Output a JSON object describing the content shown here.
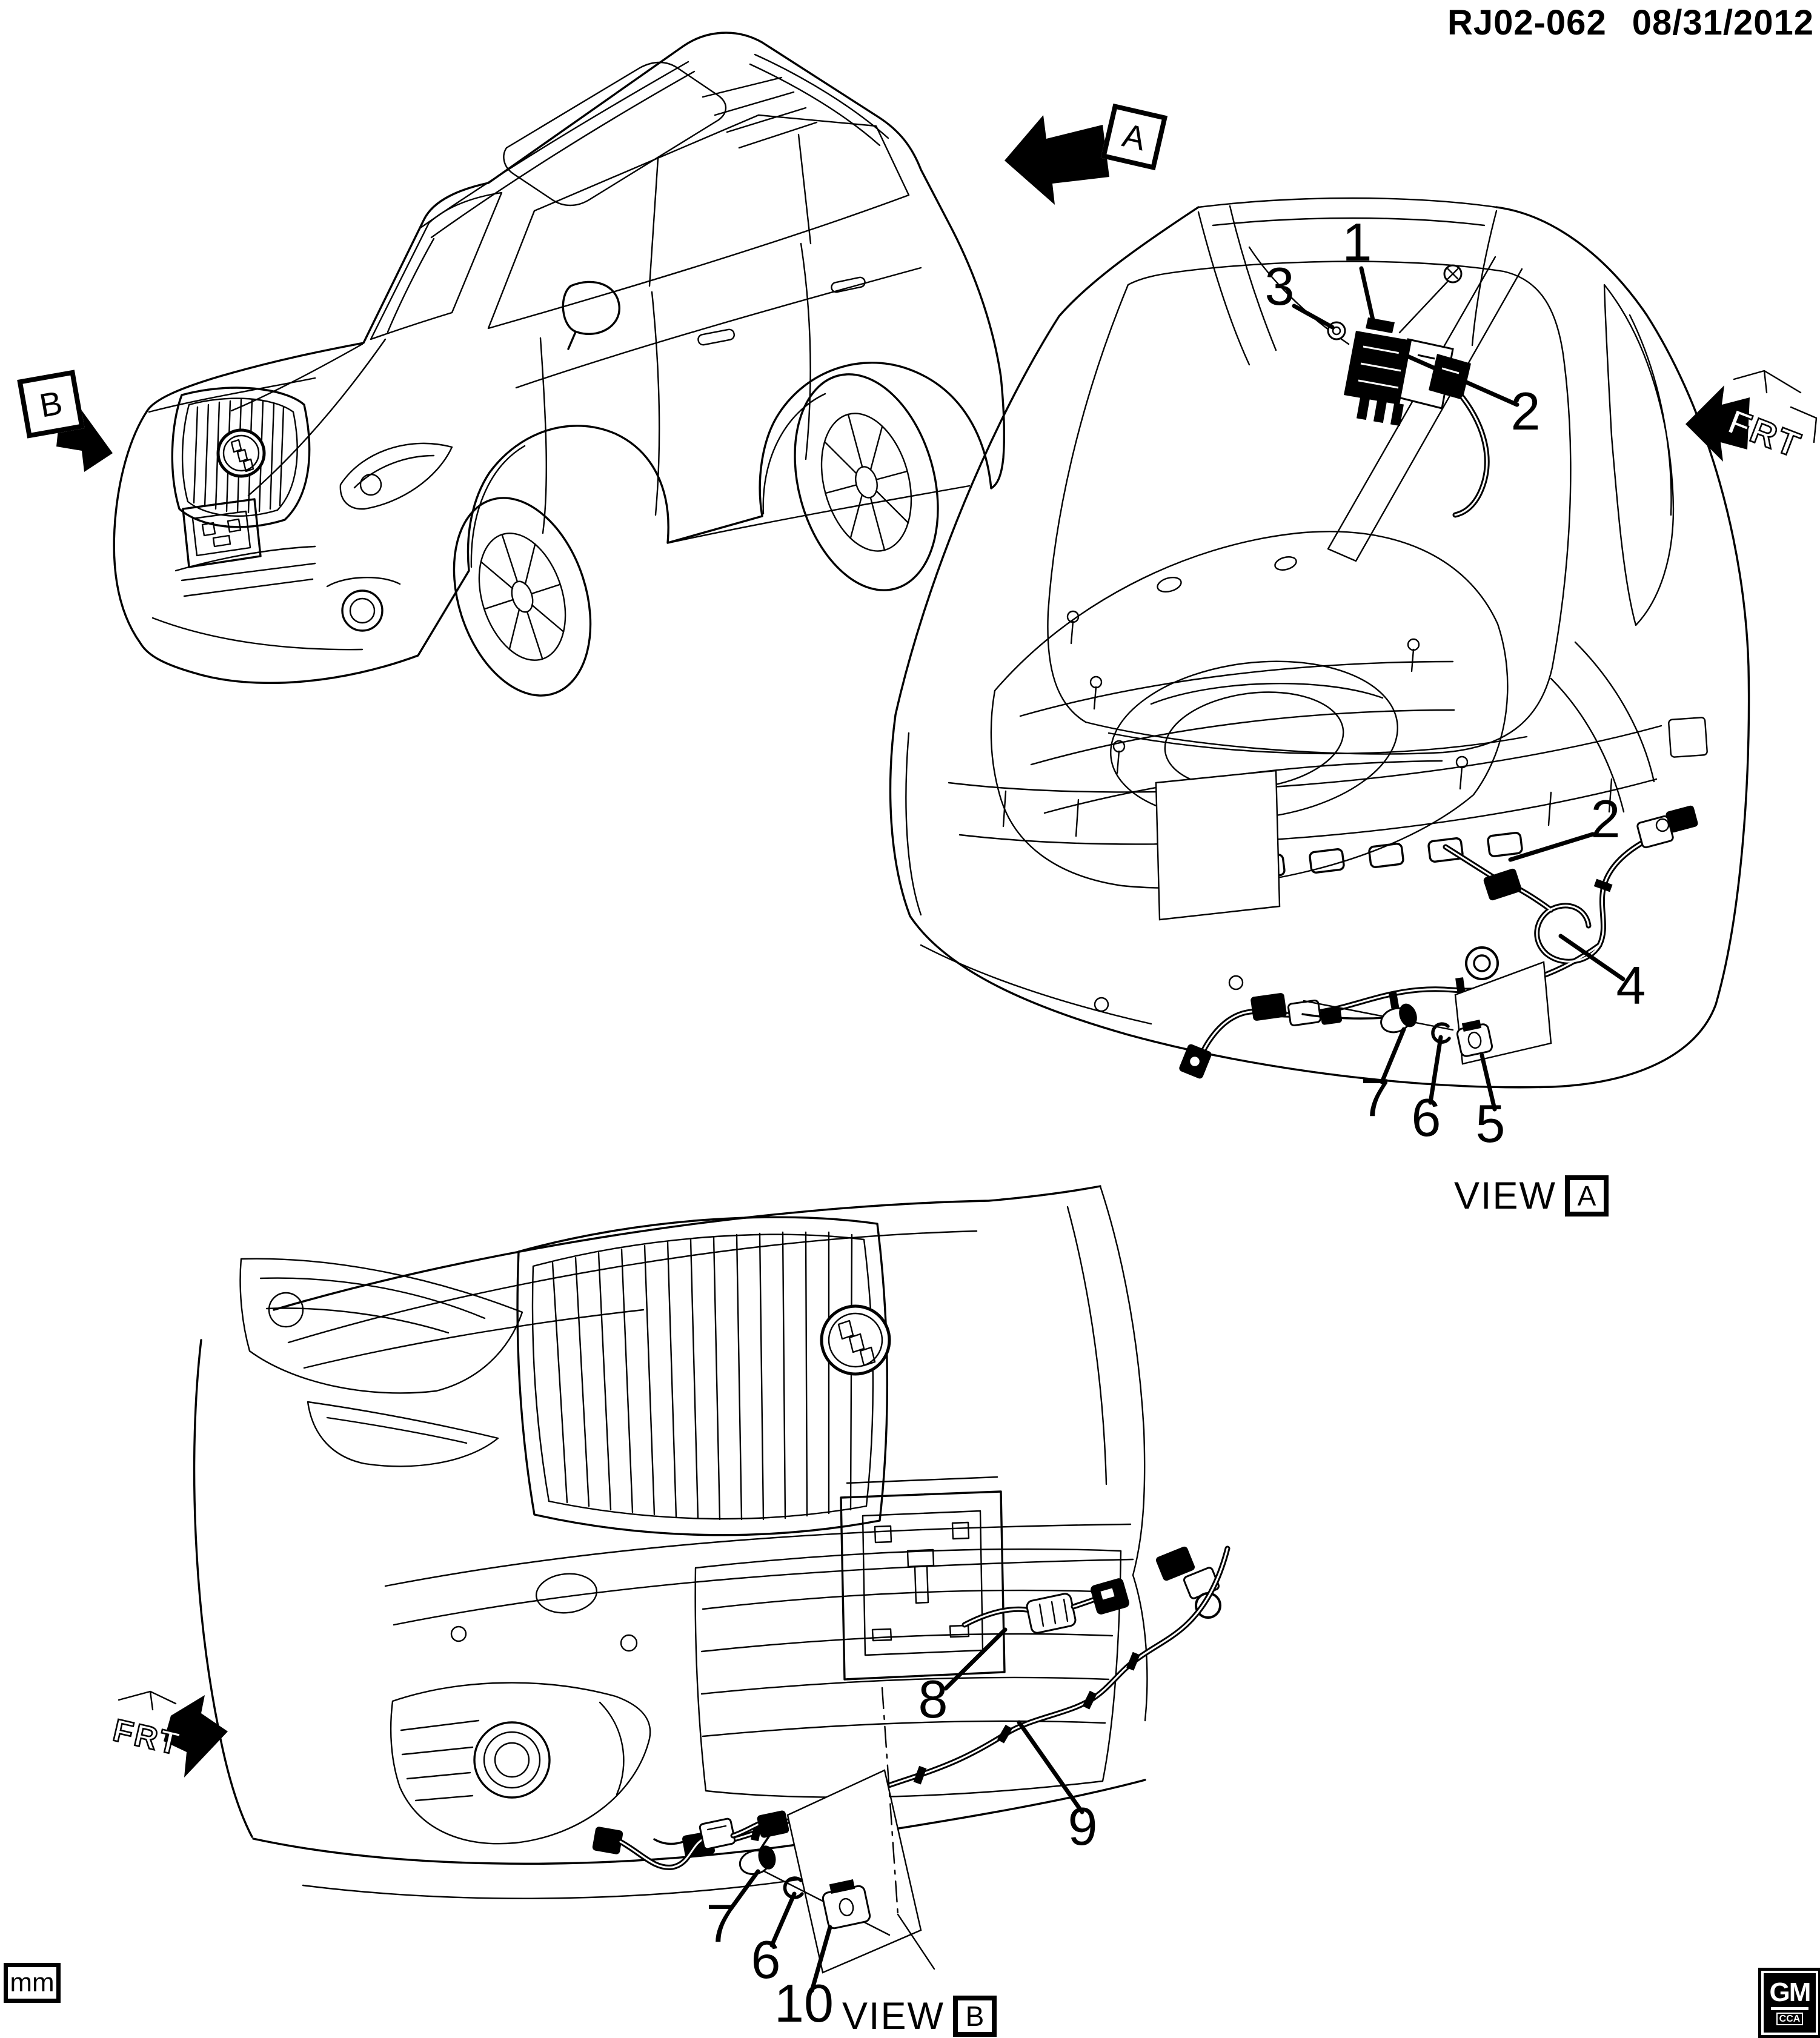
{
  "header": {
    "document_number": "RJ02-062",
    "date": "08/31/2012"
  },
  "views": {
    "view_a": {
      "prefix": "VIEW",
      "letter": "A"
    },
    "view_b": {
      "prefix": "VIEW",
      "letter": "B"
    }
  },
  "section_arrows": {
    "a": "A",
    "b": "B"
  },
  "direction_indicator": {
    "label": "FRT"
  },
  "units_box": {
    "label": "mm"
  },
  "gm_logo": {
    "brand": "GM",
    "subtext": "CCA"
  },
  "callouts": [
    {
      "id": "rear-module",
      "label": "1"
    },
    {
      "id": "rear-bolt",
      "label": "3"
    },
    {
      "id": "rear-connector",
      "label": "2"
    },
    {
      "id": "rear-harness",
      "label": "2"
    },
    {
      "id": "rear-harness-branch",
      "label": "4"
    },
    {
      "id": "rear-sensor",
      "label": "7"
    },
    {
      "id": "rear-grommet",
      "label": "6"
    },
    {
      "id": "rear-clip",
      "label": "5"
    },
    {
      "id": "front-jumper-harness",
      "label": "8"
    },
    {
      "id": "front-harness",
      "label": "9"
    },
    {
      "id": "front-sensor",
      "label": "7"
    },
    {
      "id": "front-grommet",
      "label": "6"
    },
    {
      "id": "front-clip",
      "label": "10"
    }
  ]
}
